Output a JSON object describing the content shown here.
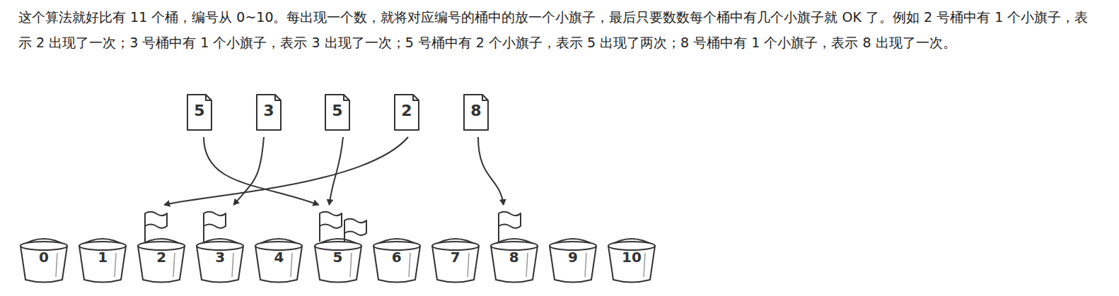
{
  "diagram": {
    "nodes": [
      {
        "text": [
          "5"
        ]
      },
      {
        "text": [
          "3"
        ]
      },
      {
        "text": [
          "5"
        ]
      },
      {
        "text": [
          "2"
        ]
      },
      {
        "text": [
          "8"
        ]
      },
      {
        "text": [
          "0"
        ]
      },
      {
        "text": [
          "1"
        ]
      },
      {
        "text": [
          "2"
        ]
      },
      {
        "text": [
          "3"
        ]
      },
      {
        "text": [
          "4"
        ]
      },
      {
        "text": [
          "5"
        ]
      },
      {
        "text": [
          "6"
        ]
      },
      {
        "text": [
          "7"
        ]
      },
      {
        "text": [
          "8"
        ]
      },
      {
        "text": [
          "9"
        ]
      },
      {
        "text": [
          "10"
        ]
      }
    ],
    "edges": [
      {
        "from": 0,
        "to": 10,
        "arrow": "to"
      },
      {
        "from": 1,
        "to": 8,
        "arrow": "to"
      },
      {
        "from": 2,
        "to": 10,
        "arrow": "to"
      },
      {
        "from": 3,
        "to": 7,
        "arrow": "to"
      },
      {
        "from": 4,
        "to": 13,
        "arrow": "to"
      }
    ],
    "labels": [
      "这个算法就好比有 11 个桶，编号从 0~10。每出现一个数，就将对应编号的桶中的放一个小旗子，最后只要数数每个桶中有几个小旗子就 OK 了。例如 2 号桶中有 1 个小旗子，表示 2 出现了一次；3 号桶中有 1 个小旗子，表示 3 出现了一次；5 号桶中有 2 个小旗子，表示 5 出现了两次；8 号桶中有 1 个小旗子，表示 8 出现了一次。"
    ]
  }
}
